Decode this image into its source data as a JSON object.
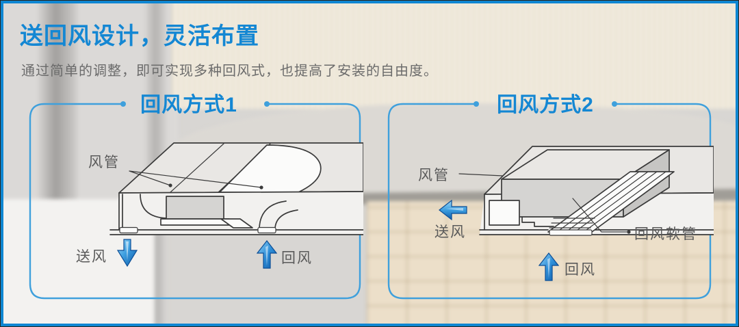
{
  "page": {
    "title": "送回风设计，灵活布置",
    "subtitle": "通过简单的调整，即可实现多种回风式，也提高了安装的自由度。"
  },
  "colors": {
    "accent_blue": "#1487D3",
    "panel_border_blue": "#3FA0DC",
    "label_gray": "#5a5a5a",
    "subtitle_gray": "#6b6b6b",
    "frame_blue": "#0e86d2",
    "arrow_gradient_light": "#9ed9f7",
    "arrow_gradient_dark": "#0d5aa8"
  },
  "panels": [
    {
      "title": "回风方式1",
      "labels": {
        "duct": "风管",
        "supply": "送风",
        "return": "回风"
      }
    },
    {
      "title": "回风方式2",
      "labels": {
        "duct": "风管",
        "supply": "送风",
        "return": "回风",
        "flex_duct": "回风软管"
      }
    }
  ]
}
